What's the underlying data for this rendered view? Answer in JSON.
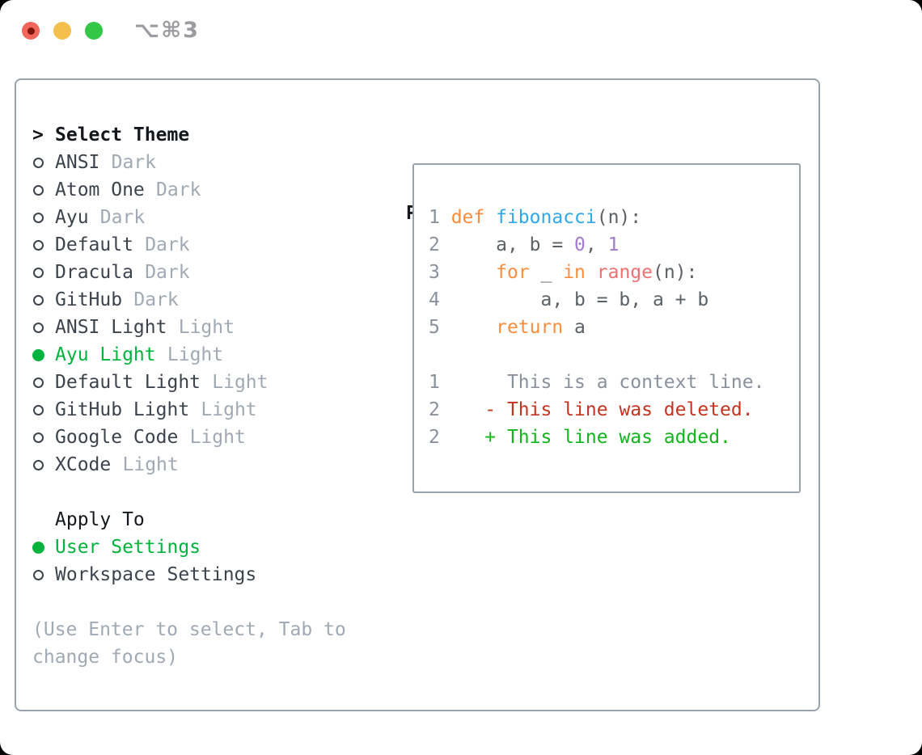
{
  "palette": {
    "accent_green": "#00b33c",
    "border_gray": "#9aa2ac",
    "heading": "#14171c",
    "item_text": "#3d434c",
    "muted": "#a0a9b4",
    "title_gray": "#9b9ba0",
    "traffic_red": "#f2655a",
    "traffic_red_dot": "#7f150c",
    "traffic_yellow": "#f5bf4e",
    "traffic_green": "#33c748",
    "code_fg": "#5c6166",
    "code_lineno": "#8a919c",
    "code_keyword": "#fa8d3e",
    "code_func": "#2ea8e8",
    "code_number": "#a37acc",
    "code_special": "#f07171",
    "code_context": "#8a919c",
    "diff_deleted": "#c5341f",
    "diff_added": "#12b41c"
  },
  "window": {
    "title": "⌥⌘3"
  },
  "theme_picker": {
    "cursor": ">",
    "header": "Select Theme",
    "themes": [
      {
        "name": "ANSI",
        "tag": "Dark",
        "selected": false
      },
      {
        "name": "Atom One",
        "tag": "Dark",
        "selected": false
      },
      {
        "name": "Ayu",
        "tag": "Dark",
        "selected": false
      },
      {
        "name": "Default",
        "tag": "Dark",
        "selected": false
      },
      {
        "name": "Dracula",
        "tag": "Dark",
        "selected": false
      },
      {
        "name": "GitHub",
        "tag": "Dark",
        "selected": false
      },
      {
        "name": "ANSI Light",
        "tag": "Light",
        "selected": false
      },
      {
        "name": "Ayu Light",
        "tag": "Light",
        "selected": true
      },
      {
        "name": "Default Light",
        "tag": "Light",
        "selected": false
      },
      {
        "name": "GitHub Light",
        "tag": "Light",
        "selected": false
      },
      {
        "name": "Google Code",
        "tag": "Light",
        "selected": false
      },
      {
        "name": "XCode",
        "tag": "Light",
        "selected": false
      }
    ],
    "apply_to": {
      "header": "Apply To",
      "options": [
        {
          "name": "User Settings",
          "selected": true
        },
        {
          "name": "Workspace Settings",
          "selected": false
        }
      ]
    },
    "hint_lines": [
      "(Use Enter to select, Tab to",
      "change focus)"
    ]
  },
  "preview": {
    "header": "Preview",
    "lines": [
      {
        "segments": [
          {
            "t": "1 ",
            "c": "lineno"
          },
          {
            "t": "def",
            "c": "keyword"
          },
          {
            "t": " ",
            "c": "fg"
          },
          {
            "t": "fibonacci",
            "c": "func"
          },
          {
            "t": "(n):",
            "c": "fg"
          }
        ]
      },
      {
        "segments": [
          {
            "t": "2 ",
            "c": "lineno"
          },
          {
            "t": "    a, b = ",
            "c": "fg"
          },
          {
            "t": "0",
            "c": "number"
          },
          {
            "t": ", ",
            "c": "fg"
          },
          {
            "t": "1",
            "c": "number"
          }
        ]
      },
      {
        "segments": [
          {
            "t": "3 ",
            "c": "lineno"
          },
          {
            "t": "    ",
            "c": "fg"
          },
          {
            "t": "for",
            "c": "keyword"
          },
          {
            "t": " _ ",
            "c": "fg"
          },
          {
            "t": "in",
            "c": "keyword"
          },
          {
            "t": " ",
            "c": "fg"
          },
          {
            "t": "range",
            "c": "special"
          },
          {
            "t": "(n):",
            "c": "fg"
          }
        ]
      },
      {
        "segments": [
          {
            "t": "4 ",
            "c": "lineno"
          },
          {
            "t": "        a, b = b, a + b",
            "c": "fg"
          }
        ]
      },
      {
        "segments": [
          {
            "t": "5 ",
            "c": "lineno"
          },
          {
            "t": "    ",
            "c": "fg"
          },
          {
            "t": "return",
            "c": "keyword"
          },
          {
            "t": " a",
            "c": "fg"
          }
        ]
      },
      {
        "segments": []
      },
      {
        "segments": [
          {
            "t": "1 ",
            "c": "lineno"
          },
          {
            "t": "     This is a context line.",
            "c": "context"
          }
        ]
      },
      {
        "segments": [
          {
            "t": "2 ",
            "c": "lineno"
          },
          {
            "t": "   ",
            "c": "fg"
          },
          {
            "t": "- This line was deleted.",
            "c": "deleted"
          }
        ]
      },
      {
        "segments": [
          {
            "t": "2 ",
            "c": "lineno"
          },
          {
            "t": "   ",
            "c": "fg"
          },
          {
            "t": "+ This line was added.",
            "c": "added"
          }
        ]
      }
    ]
  }
}
